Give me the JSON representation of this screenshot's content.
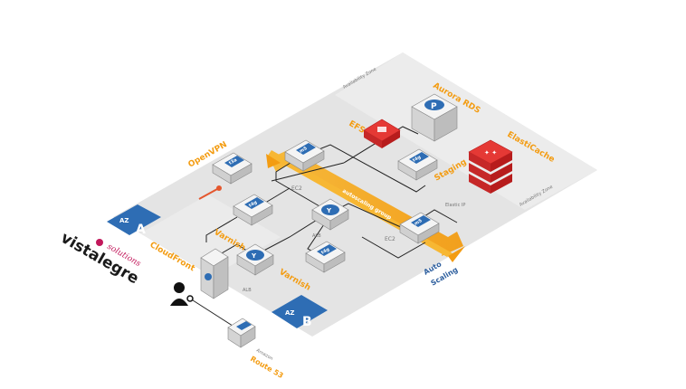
{
  "zones": {
    "az_a": {
      "prefix": "AZ",
      "letter": "A"
    },
    "az_b": {
      "prefix": "AZ",
      "letter": "B"
    },
    "availability_zone_top": "Availability Zone",
    "availability_zone_right": "Availability Zone"
  },
  "brand": {
    "main": "vistalegre",
    "script": "solutions"
  },
  "labels": {
    "cloudfront": "CloudFront",
    "route53_top": "Amazon",
    "route53": "Route 53",
    "openvpn": "OpenVPN",
    "varnish_a": "Varnish",
    "varnish_b": "Varnish",
    "efs": "EFS",
    "aurora": "Aurora RDS",
    "elasticache": "ElastiCache",
    "staging": "Staging",
    "auto_scaling_1": "Auto",
    "auto_scaling_2": "Scaling",
    "alb_1": "ALB",
    "alb_2": "ALB",
    "ec2_a": "EC2",
    "ec2_b": "EC2",
    "autoscaling_group": "autoscaling group",
    "elastic_tag": "Elastic IP",
    "instance_t3a": "t3a",
    "instance_t4g_a": "t4g",
    "instance_t4g_b": "t4g",
    "instance_m5_a": "m5",
    "instance_m5_b": "m5",
    "instance_t4g_staging": "t4g"
  },
  "colors": {
    "zone_fill": "#e4e4e4",
    "zone_stripe": "#efefef",
    "accent_orange": "#f39c12",
    "az_blue": "#2e6db4",
    "brand_magenta": "#c2185b",
    "cache_red": "#d32f2f"
  }
}
